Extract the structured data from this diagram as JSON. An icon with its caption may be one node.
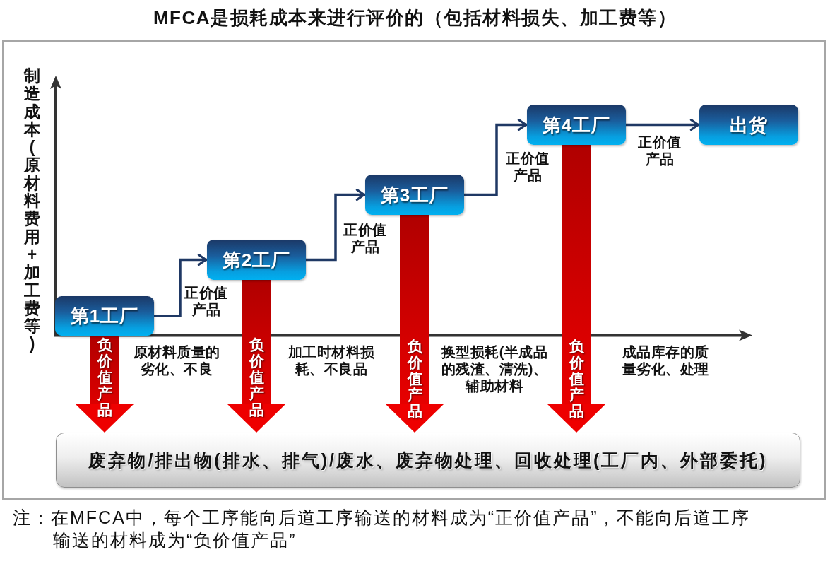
{
  "diagram": {
    "title": "MFCA是损耗成本来进行评价的（包括材料损失、加工费等）",
    "caption": "注：在MFCA中，每个工序能向后道工序输送的材料成为“正价值产品”，不能向后道工序输送的材料成为“负价值产品”",
    "nodes": [
      {
        "text": [
          "第1工厂"
        ]
      },
      {
        "text": [
          "第2工厂"
        ]
      },
      {
        "text": [
          "第3工厂"
        ]
      },
      {
        "text": [
          "第4工厂"
        ]
      },
      {
        "text": [
          "出货"
        ]
      },
      {
        "text": [
          "废弃物/排出物(排水、排气)/废水、废弃物处理、回收处理(工厂内、外部委托)"
        ]
      }
    ],
    "edges": [
      {
        "from": 0,
        "to": 1,
        "arrow": "to",
        "label": "正价值产品"
      },
      {
        "from": 1,
        "to": 2,
        "arrow": "to",
        "label": "正价值产品"
      },
      {
        "from": 2,
        "to": 3,
        "arrow": "to",
        "label": "正价值产品"
      },
      {
        "from": 3,
        "to": 4,
        "arrow": "to",
        "label": "正价值产品"
      },
      {
        "from": 0,
        "to": 5,
        "arrow": "to",
        "label": "负价值产品",
        "style": "thick",
        "color": "#ee0000"
      },
      {
        "from": 1,
        "to": 5,
        "arrow": "to",
        "label": "负价值产品",
        "style": "thick",
        "color": "#ee0000"
      },
      {
        "from": 2,
        "to": 5,
        "arrow": "to",
        "label": "负价值产品",
        "style": "thick",
        "color": "#ee0000"
      },
      {
        "from": 3,
        "to": 5,
        "arrow": "to",
        "label": "负价值产品",
        "style": "thick",
        "color": "#ee0000"
      }
    ],
    "labels": [
      "制造成本(原材料费用+加工费等)",
      "原材料质量的劣化、不良",
      "加工时材料损耗、不良品",
      "换型损耗(半成品的残渣、清洗)、辅助材料",
      "成品库存的质量劣化、处理"
    ]
  }
}
